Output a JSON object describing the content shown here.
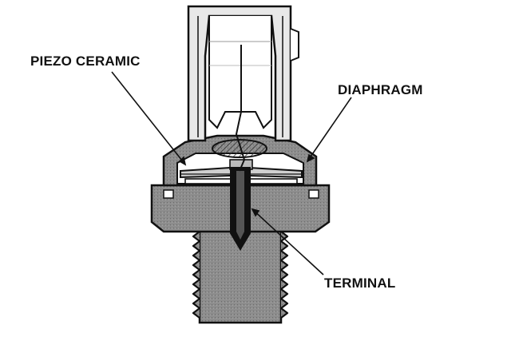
{
  "labels": {
    "piezo": "PIEZO CERAMIC",
    "diaphragm": "DIAPHRAGM",
    "terminal": "TERMINAL"
  },
  "colors": {
    "ink": "#111111",
    "body_fill": "#8a8a8a",
    "light_fill": "#e6e6e6",
    "hatch": "#555555"
  }
}
